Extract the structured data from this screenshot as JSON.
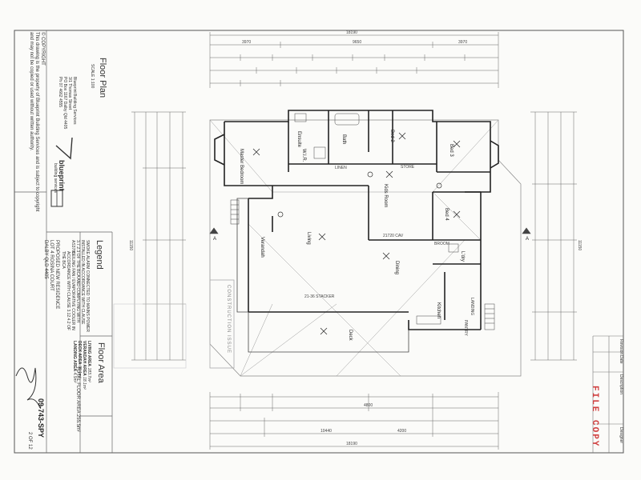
{
  "drawing": {
    "title": "Floor Plan",
    "scale": "SCALE 1:100",
    "legend_title": "Legend",
    "legend_items": [
      "SMOKE ALARM CONNECTED TO MAINS POWER INSTALLED IN ACCORDANCE WITH CLAUSE 3.7.2.3 OF THE BCA AND COMPLYING WITH AS3786",
      "CEILING FAN / EVAPORATIVE COOLER IN ACCORDANCE WITH CLAUSE 3.12.4.2 OF THE BCA"
    ],
    "project": [
      "PROPOSED NEW RESIDENCE",
      "LOT 4 ROSINA COURT",
      "DALBY QLD 4405"
    ],
    "sheet": "2 OF 12",
    "job_no": "09-743-SPY",
    "floor_area_title": "Floor Area",
    "floor_areas": [
      {
        "label": "LIVING AREA",
        "value": "183.7m²"
      },
      {
        "label": "VERANDAH AREA",
        "value": "18.1m²"
      },
      {
        "label": "DECK AREA",
        "value": "38.1m²"
      },
      {
        "label": "LANDING AREA",
        "value": "4.5m²"
      }
    ],
    "total_label": "TOTAL FLOOR AREA",
    "total_value": "255.5m²",
    "stamp_text": "FILE COPY",
    "construction_stamp": "CONSTRUCTION ISSUE",
    "copyright_title": "© COPYRIGHT",
    "copyright_text": [
      "This drawing is the property of Blueprint Building Services and is subject to copyright",
      "and may not be copied or used without written authority."
    ],
    "company_name": "blueprint",
    "company_sub": "building services",
    "company_address": [
      "Blueprint Building Services",
      "3/1 Thomas Street",
      "PO Box 1167 Dalby Qld 4405",
      "Ph 07 4662 4555"
    ],
    "revision_headers": [
      "Revision",
      "Date",
      "Description",
      "Designer"
    ],
    "rooms": {
      "master": "Master Bedroom",
      "ensuite": "Ensuite",
      "wir": "W.I.R.",
      "bath": "Bath",
      "bed2": "Bed 2",
      "bed3": "Bed 3",
      "bed4": "Bed 4",
      "kids": "Kids Room",
      "living": "Living",
      "verandah": "Verandah",
      "dining": "Dining",
      "kitchen": "Kitchen",
      "lndry": "L'dry",
      "broom": "BROOM",
      "store": "STORE",
      "linen": "LINEN",
      "deck": "Deck",
      "landing": "LANDING",
      "pantry": "PANTRY"
    },
    "dims": {
      "top_overall": "18190",
      "top_a": "3970",
      "top_b": "9650",
      "top_c": "3970",
      "bottom_overall": "18190",
      "bottom_a": "10440",
      "bottom_b": "4200",
      "bottom_c": "4800",
      "left_overall": "11150",
      "right_overall": "11150",
      "stacker": "21-36 STACKER",
      "cav": "21720 CAV",
      "section_a": "A"
    }
  }
}
